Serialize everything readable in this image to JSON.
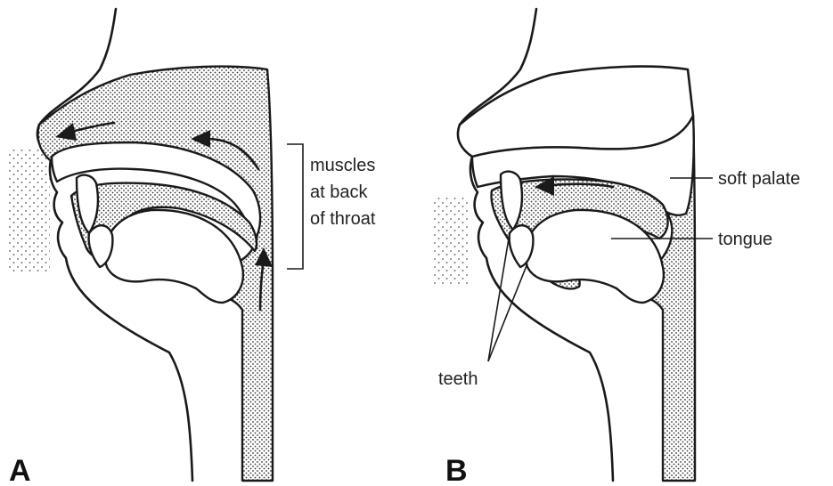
{
  "panels": {
    "a": {
      "letter": "A",
      "bracket_label": [
        "muscles",
        "at back",
        "of throat"
      ]
    },
    "b": {
      "letter": "B",
      "labels": {
        "soft_palate": "soft palate",
        "tongue": "tongue",
        "teeth": "teeth"
      }
    }
  }
}
